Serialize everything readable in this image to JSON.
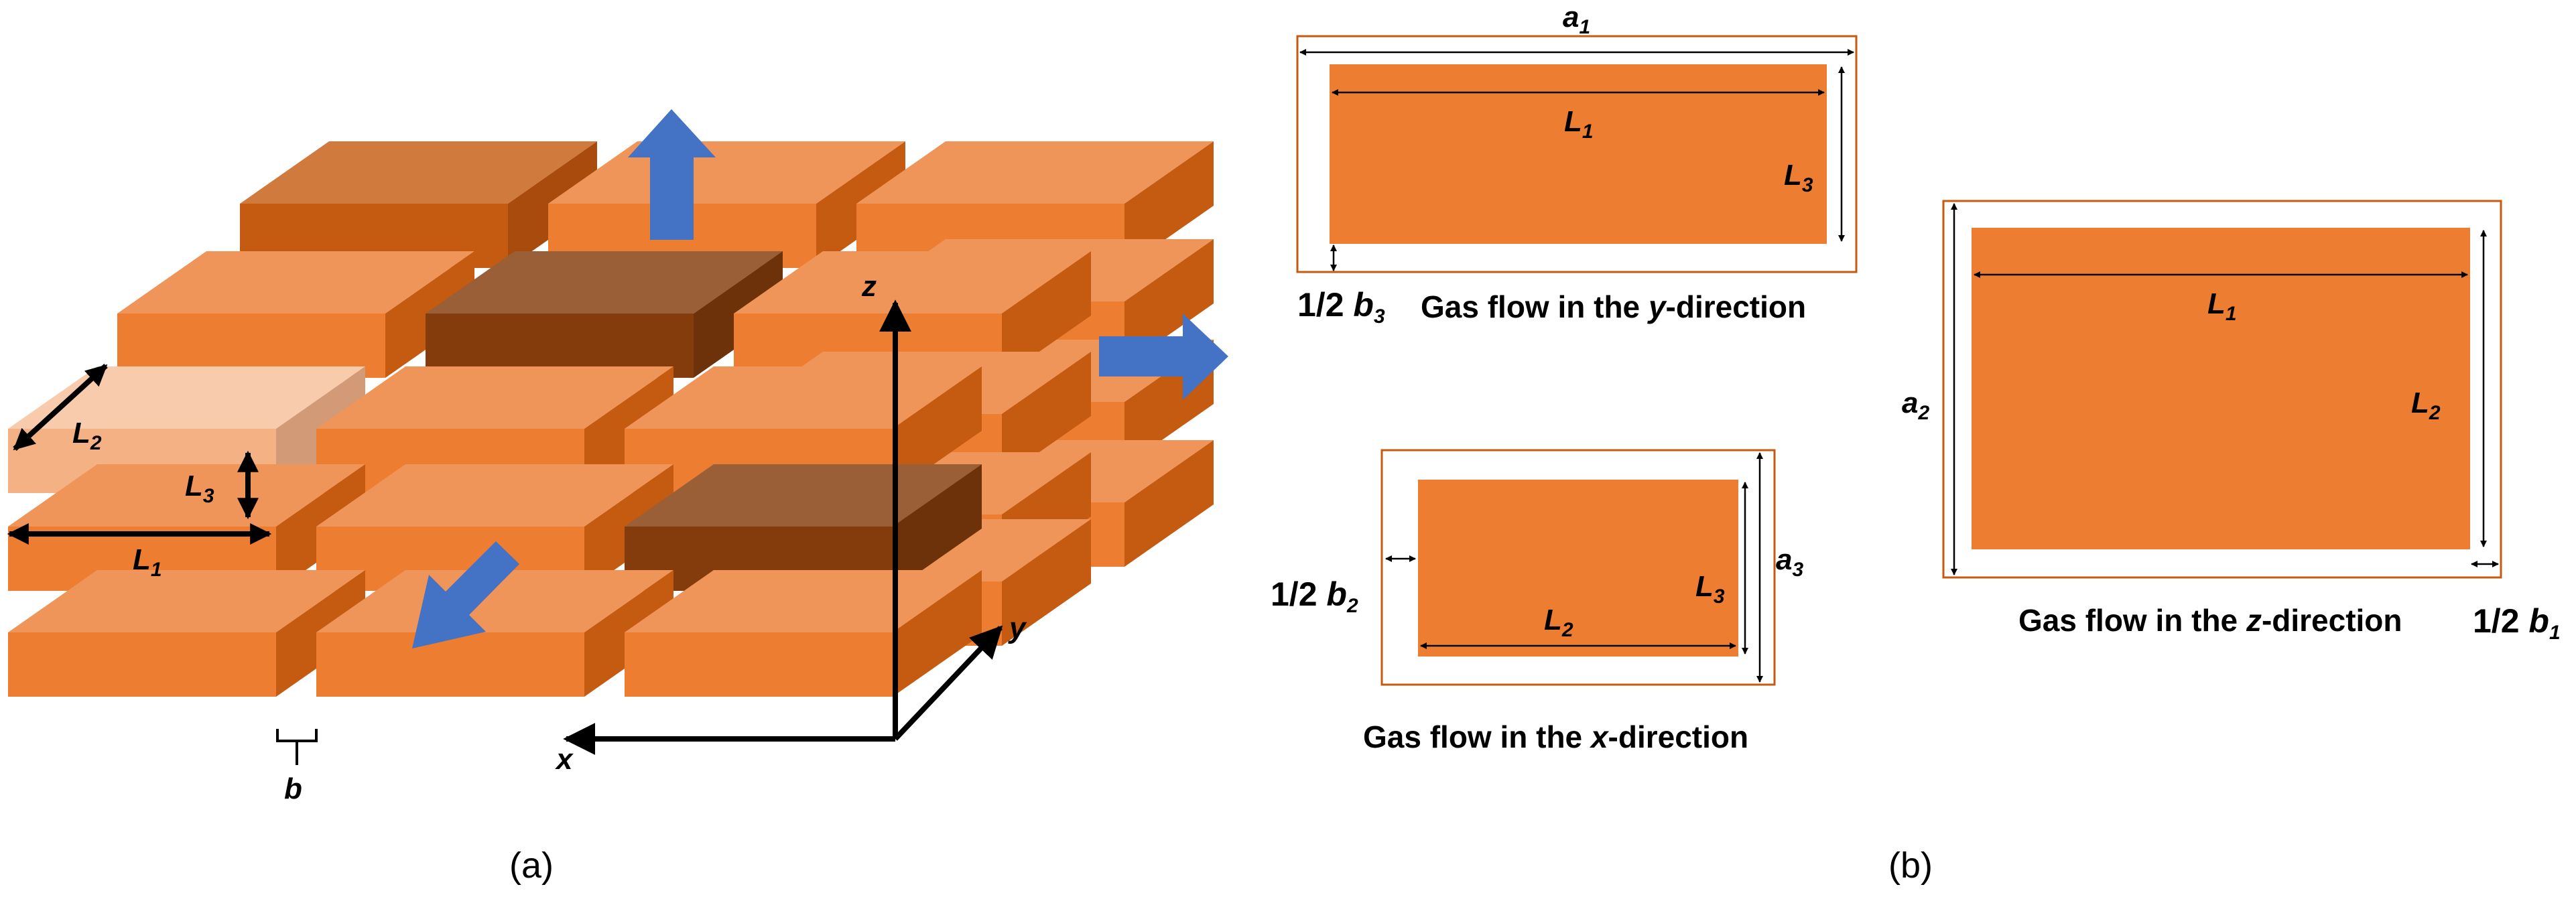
{
  "panel_a": {
    "label": "(a)",
    "dims": {
      "L1": {
        "main": "L",
        "sub": "1"
      },
      "L2": {
        "main": "L",
        "sub": "2"
      },
      "L3": {
        "main": "L",
        "sub": "3"
      },
      "b": "b"
    },
    "axes": {
      "x": "x",
      "y": "y",
      "z": "z"
    }
  },
  "panel_b": {
    "label": "(b)",
    "y_flow": {
      "caption": {
        "pre": "Gas flow in the ",
        "axis": "y",
        "post": "-direction"
      },
      "outer": {
        "main": "a",
        "sub": "1"
      },
      "width": {
        "main": "L",
        "sub": "1"
      },
      "height": {
        "main": "L",
        "sub": "3"
      },
      "gap": {
        "pre": "1/2 ",
        "main": "b",
        "sub": "3"
      }
    },
    "x_flow": {
      "caption": {
        "pre": "Gas flow in the ",
        "axis": "x",
        "post": "-direction"
      },
      "outer": {
        "main": "a",
        "sub": "3"
      },
      "width": {
        "main": "L",
        "sub": "2"
      },
      "height": {
        "main": "L",
        "sub": "3"
      },
      "gap": {
        "pre": "1/2 ",
        "main": "b",
        "sub": "2"
      }
    },
    "z_flow": {
      "caption": {
        "pre": "Gas flow in the ",
        "axis": "z",
        "post": "-direction"
      },
      "outer": {
        "main": "a",
        "sub": "2"
      },
      "width": {
        "main": "L",
        "sub": "1"
      },
      "height": {
        "main": "L",
        "sub": "2"
      },
      "gap": {
        "pre": "1/2 ",
        "main": "b",
        "sub": "1"
      }
    }
  },
  "colors": {
    "block_front": "#ED7D31",
    "block_top": "#F0955A",
    "block_side": "#C55A11",
    "highlight_front": "#F4B183",
    "highlight_top": "#F8CBAD",
    "dark_front": "#843C0C",
    "dark_top": "#9B5F38",
    "arrow_blue": "#4472C4",
    "outline": "#C55A11"
  }
}
